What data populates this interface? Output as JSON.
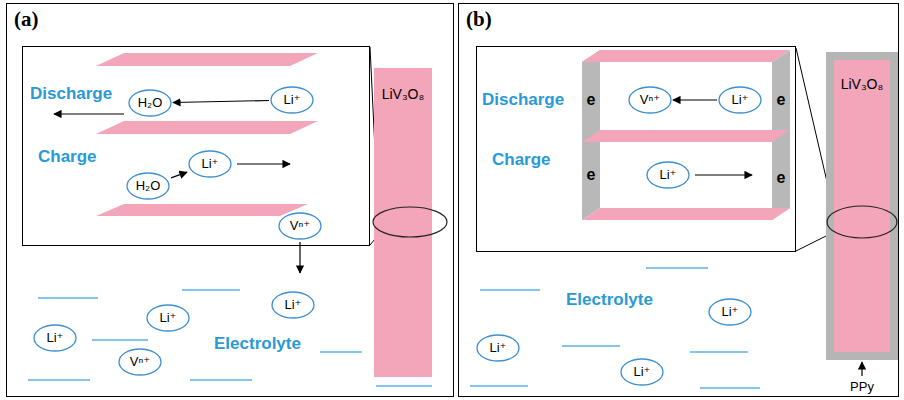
{
  "diagram": {
    "nodes": [
      {
        "text": [
          "(a)"
        ]
      },
      {
        "text": [
          "Discharge",
          "Charge"
        ],
        "in": 0
      },
      {
        "text": [
          "H₂O"
        ],
        "in": 1
      },
      {
        "text": [
          "Li⁺"
        ],
        "in": 1
      },
      {
        "text": [
          "H₂O"
        ],
        "in": 1
      },
      {
        "text": [
          "Li⁺"
        ],
        "in": 1
      },
      {
        "text": [
          "Vⁿ⁺"
        ],
        "in": 1
      },
      {
        "text": [
          "LiV₃O₈"
        ],
        "in": 0
      },
      {
        "text": [
          "Li⁺"
        ],
        "in": 0
      },
      {
        "text": [
          "Li⁺"
        ],
        "in": 0
      },
      {
        "text": [
          "Li⁺"
        ],
        "in": 0
      },
      {
        "text": [
          "Vⁿ⁺"
        ],
        "in": 0
      },
      {
        "text": [
          "(b)"
        ]
      },
      {
        "text": [
          "Discharge",
          "Charge"
        ],
        "in": 12
      },
      {
        "text": [
          "Vⁿ⁺"
        ],
        "in": 13
      },
      {
        "text": [
          "Li⁺"
        ],
        "in": 13
      },
      {
        "text": [
          "Li⁺"
        ],
        "in": 13
      },
      {
        "text": [
          "LiV₃O₈"
        ],
        "in": 12
      },
      {
        "text": [
          "Li⁺"
        ],
        "in": 12
      },
      {
        "text": [
          "Li⁺"
        ],
        "in": 12
      },
      {
        "text": [
          "Li⁺"
        ],
        "in": 12
      }
    ],
    "edges": [
      {
        "from": 3,
        "to": 2,
        "arrow": "to"
      },
      {
        "from": 4,
        "to": 5,
        "arrow": "to"
      },
      {
        "from": 15,
        "to": 14,
        "arrow": "to"
      }
    ],
    "labels": [
      "Electrolyte",
      "e",
      "e",
      "e",
      "e",
      "Electrolyte",
      "PPy"
    ]
  }
}
